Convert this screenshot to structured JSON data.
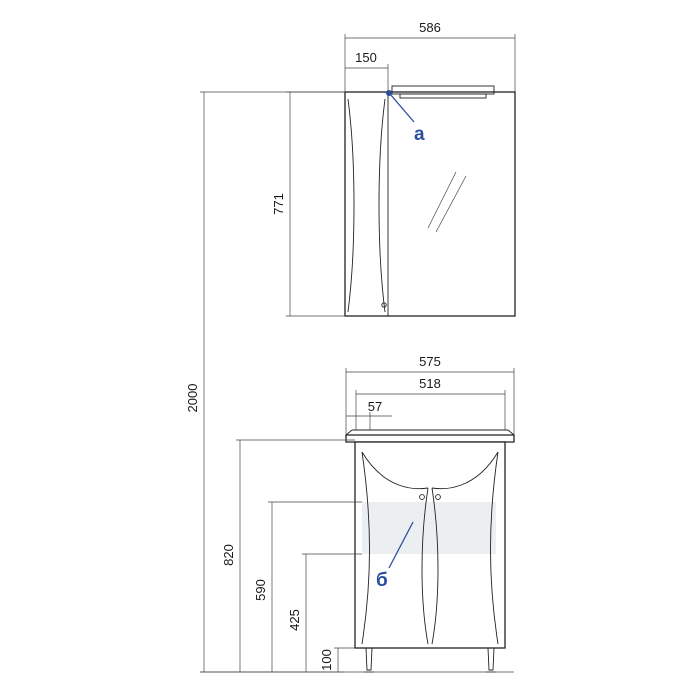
{
  "dimensions": {
    "mirror_width": "586",
    "cabinet_width": "150",
    "mirror_height": "771",
    "total_height": "2000",
    "vanity_width": "575",
    "basin_width": "518",
    "basin_offset": "57",
    "vanity_height": "820",
    "shelf_top_height": "590",
    "shelf_bottom_height": "425",
    "leg_height": "100"
  },
  "callouts": {
    "a": "а",
    "b": "б"
  },
  "colors": {
    "line": "#222222",
    "callout": "#2a4fa0",
    "shelf_fill": "#eceff2"
  }
}
